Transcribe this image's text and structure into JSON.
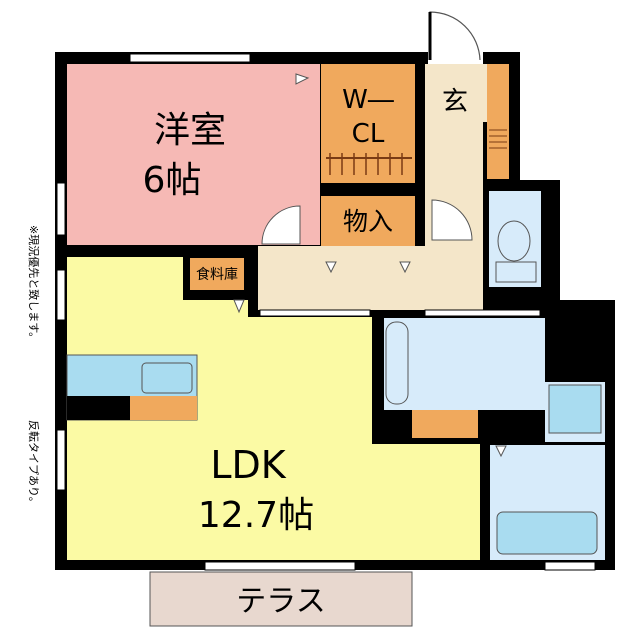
{
  "rooms": {
    "western_room": {
      "name": "洋室",
      "size": "6帖"
    },
    "walk_in_closet": {
      "line1": "W―",
      "line2": "CL"
    },
    "entrance": {
      "name": "玄"
    },
    "storage": {
      "name": "物入"
    },
    "pantry": {
      "name": "食料庫"
    },
    "ldk": {
      "name": "LDK",
      "size": "12.7帖"
    },
    "terrace": {
      "name": "テラス"
    }
  },
  "notes": {
    "note1": "※現況優先と致します。",
    "note2": "反転タイプあり。"
  },
  "colors": {
    "wall": "#000000",
    "western_room": "#f6b9b5",
    "ldk": "#fbfaa4",
    "hall": "#f4e6c9",
    "closet": "#f0a95d",
    "wet_area": "#d7ebfa",
    "fixture": "#a9dcf0",
    "counter": "#f0a95d",
    "terrace": "#e8d8cf"
  }
}
